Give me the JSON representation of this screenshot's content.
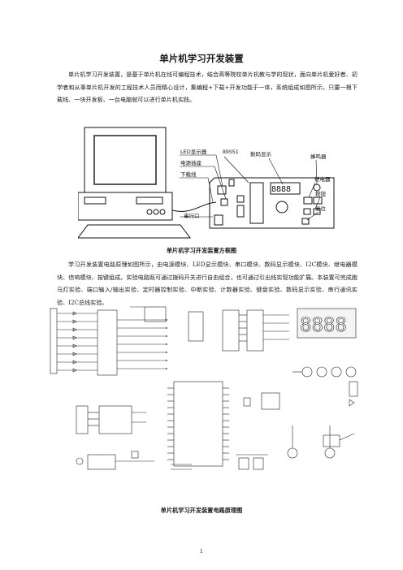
{
  "doc": {
    "title": "单片机学习开发装置",
    "para1": "单片机学习开发装置，是基于单片机在线可编程技术，结合高等院校单片机教与学的现状，面向单片机爱好者、初学者和从事单片机开发的工程技术人员而精心设计，集编程+下载+开发功能于一体，系统组成如图所示。只要一根下载线、一块开发板、一台电脑就可以进行单片机实践。",
    "para2": "学习开发装置电路原理如图所示，由电源模块、LED显示模块、串口模块、数码显示模块、I2C模块、继电器模块、信响模块、按键组成。实验电路既可通过拨码开关进行自由组合，也可通过引出线实现功能扩展。本装置可完成跑马灯实验、端口输入/输出实验、定时器控制实验、中断实验、计数器实验、键盘实验、数码显示实验、串行通讯实验、I2C总线实验。",
    "caption1": "单片机学习开发装置方框图",
    "caption2": "单片机学习开发装置电路原理图",
    "page_number": "1"
  },
  "block_diagram": {
    "labels": {
      "led": "LED显示器",
      "power": "电源插座",
      "download": "下载线",
      "serial": "串行口",
      "chip": "89S51",
      "digit": "数码显示",
      "buzzer": "蜂鸣器",
      "relay": "继电器",
      "keys": "按钮",
      "reset": "复位"
    }
  }
}
